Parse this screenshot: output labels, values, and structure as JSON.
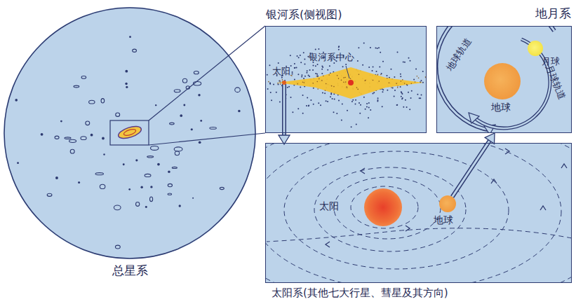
{
  "diagram": {
    "nodes": [
      {
        "text": [
          "总星系"
        ]
      },
      {
        "text": [
          "银河系(侧视图)"
        ]
      },
      {
        "text": [
          "地月系"
        ]
      },
      {
        "text": [
          "太阳系(其他七大行星、彗星及其方向)"
        ]
      },
      {
        "text": [
          "太阳"
        ],
        "in": 3
      },
      {
        "text": [
          "地球"
        ],
        "in": 3
      },
      {
        "text": [
          "地球"
        ],
        "in": 2
      },
      {
        "text": [
          "月球"
        ],
        "in": 2
      }
    ],
    "edges": [
      {
        "from": 0,
        "to": 1,
        "arrow": "none"
      },
      {
        "from": 1,
        "to": 3,
        "arrow": "to"
      },
      {
        "from": 5,
        "to": 2,
        "arrow": "to"
      }
    ],
    "labels": [
      "太阳",
      "银河系中心",
      "地球轨道",
      "月球轨道"
    ]
  }
}
